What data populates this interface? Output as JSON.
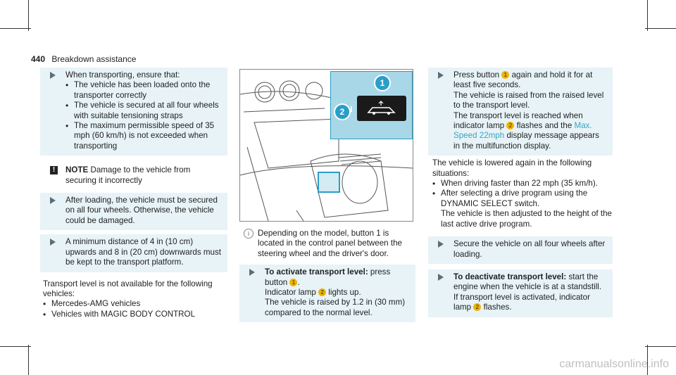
{
  "header": {
    "page_number": "440",
    "section": "Breakdown assistance"
  },
  "col1": {
    "b1_intro": "When transporting, ensure that:",
    "b1_items": [
      "The vehicle has been loaded onto the transporter correctly",
      "The vehicle is secured at all four wheels with suitable tensioning straps",
      "The maximum permissible speed of 35 mph (60 km/h) is not exceeded when transporting"
    ],
    "note_label": "NOTE",
    "note_text": "Damage to the vehicle from securing it incorrectly",
    "b2": "After loading, the vehicle must be secured on all four wheels. Otherwise, the vehicle could be damaged.",
    "b3": "A minimum distance of 4 in (10 cm) upwards and 8 in (20 cm) downwards must be kept to the transport platform.",
    "para": "Transport level is not available for the following vehicles:",
    "list": [
      "Mercedes-AMG vehicles",
      "Vehicles with MAGIC BODY CONTROL"
    ]
  },
  "col2": {
    "info": "Depending on the model, button 1 is located in the control panel between the steering wheel and the driver's door.",
    "act_title": "To activate transport level:",
    "act_a": "press button",
    "act_num": "1",
    "lamp_a": "Indicator lamp",
    "lamp_num": "2",
    "lamp_b": "lights up.",
    "raised": "The vehicle is raised by 1.2 in (30 mm) compared to the normal level."
  },
  "col3": {
    "p1_a": "Press button",
    "p1_num": "1",
    "p1_b": "again and hold it for at least five seconds.",
    "p2": "The vehicle is raised from the raised level to the transport level.",
    "p3_a": "The transport level is reached when indicator lamp",
    "p3_num": "2",
    "p3_b": "flashes and the",
    "p3_hl": "Max. Speed 22mph",
    "p3_c": "display message appears in the multifunction display.",
    "lower": "The vehicle is lowered again in the following situations:",
    "lower_items": [
      "When driving faster than 22 mph (35 km/h).",
      "After selecting a drive program using the DYNAMIC SELECT switch."
    ],
    "lower_after": "The vehicle is then adjusted to the height of the last active drive program.",
    "secure": "Secure the vehicle on all four wheels after loading.",
    "deact_title": "To deactivate transport level:",
    "deact": "start the engine when the vehicle is at a standstill.",
    "deact2_a": "If transport level is activated, indicator lamp",
    "deact2_num": "2",
    "deact2_b": "flashes."
  },
  "figure": {
    "callout1": "1",
    "callout2": "2"
  },
  "watermark": "carmanualsonline.info"
}
